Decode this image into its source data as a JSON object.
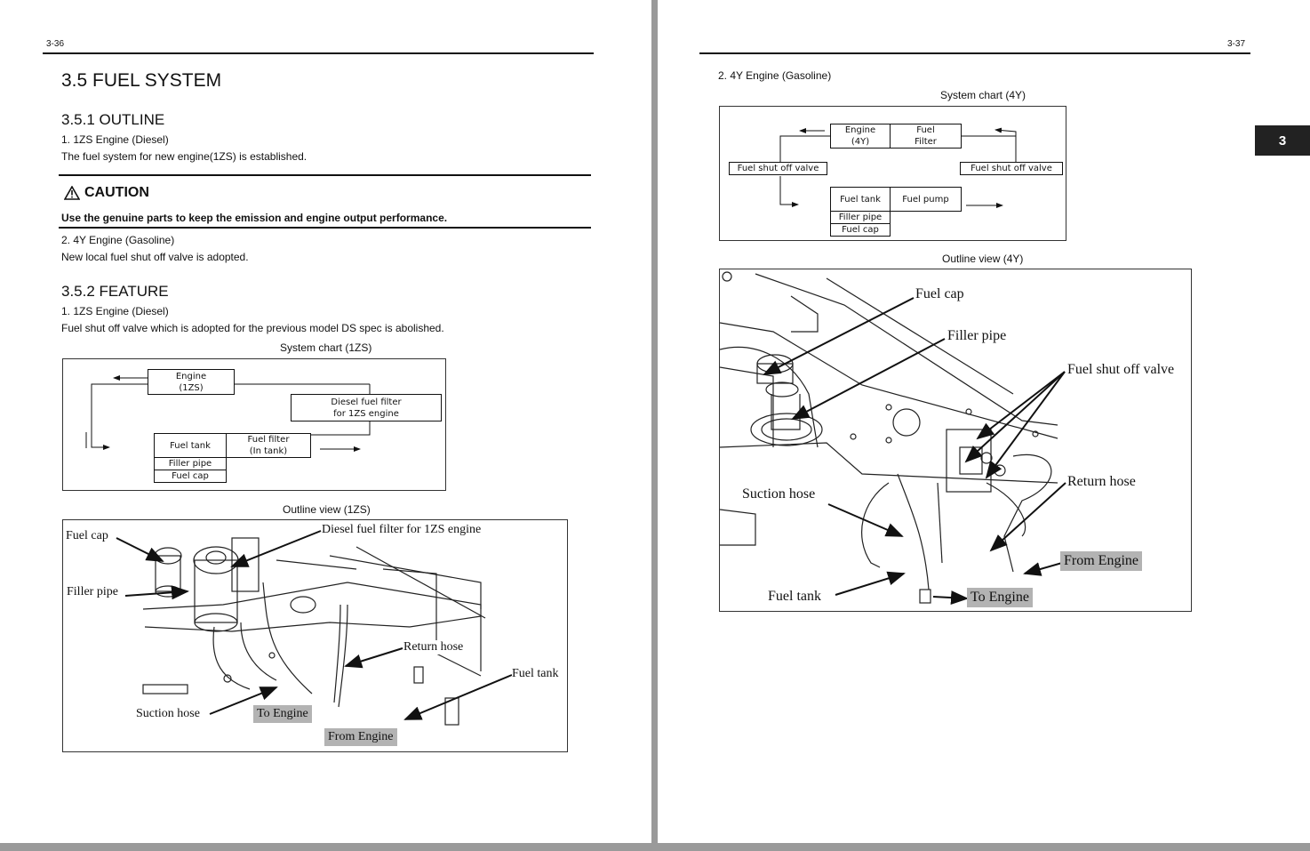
{
  "left_page": {
    "page_number": "3-36",
    "title": "3.5 FUEL SYSTEM",
    "outline": {
      "heading": "3.5.1 OUTLINE",
      "item1": "1. 1ZS Engine (Diesel)",
      "item1_text": "The fuel system for new engine(1ZS) is established.",
      "caution_title": "CAUTION",
      "caution_text": "Use the genuine parts to keep the emission and engine output performance.",
      "item2": "2. 4Y Engine (Gasoline)",
      "item2_text": "New local fuel shut off valve is adopted."
    },
    "feature": {
      "heading": "3.5.2 FEATURE",
      "item1": "1. 1ZS Engine (Diesel)",
      "item1_text": "Fuel shut off valve which is adopted for the previous model DS spec is abolished."
    },
    "system_chart": {
      "caption": "System chart (1ZS)",
      "engine": "Engine",
      "engine_model": "(1ZS)",
      "filter_line1": "Diesel fuel filter",
      "filter_line2": "for 1ZS engine",
      "fuel_tank": "Fuel tank",
      "fuel_filter_line1": "Fuel filter",
      "fuel_filter_line2": "(In tank)",
      "filler_pipe": "Filler pipe",
      "fuel_cap": "Fuel cap"
    },
    "outline_view": {
      "caption": "Outline view (1ZS)",
      "fuel_cap": "Fuel cap",
      "diesel_filter": "Diesel fuel filter for 1ZS engine",
      "filler_pipe": "Filler pipe",
      "return_hose": "Return hose",
      "fuel_tank": "Fuel tank",
      "suction_hose": "Suction hose",
      "to_engine": "To Engine",
      "from_engine": "From Engine"
    }
  },
  "right_page": {
    "page_number": "3-37",
    "section_tab": "3",
    "item2": "2. 4Y Engine (Gasoline)",
    "system_chart": {
      "caption": "System chart (4Y)",
      "engine": "Engine",
      "engine_model": "(4Y)",
      "fuel_filter_line1": "Fuel",
      "fuel_filter_line2": "Filter",
      "shutoff_left": "Fuel shut off valve",
      "shutoff_right": "Fuel shut off valve",
      "fuel_tank": "Fuel tank",
      "fuel_pump": "Fuel pump",
      "filler_pipe": "Filler pipe",
      "fuel_cap": "Fuel cap"
    },
    "outline_view": {
      "caption": "Outline view (4Y)",
      "fuel_cap": "Fuel cap",
      "filler_pipe": "Filler pipe",
      "shutoff_valve": "Fuel shut off valve",
      "suction_hose": "Suction hose",
      "return_hose": "Return hose",
      "from_engine": "From Engine",
      "fuel_tank": "Fuel tank",
      "to_engine": "To Engine"
    }
  }
}
